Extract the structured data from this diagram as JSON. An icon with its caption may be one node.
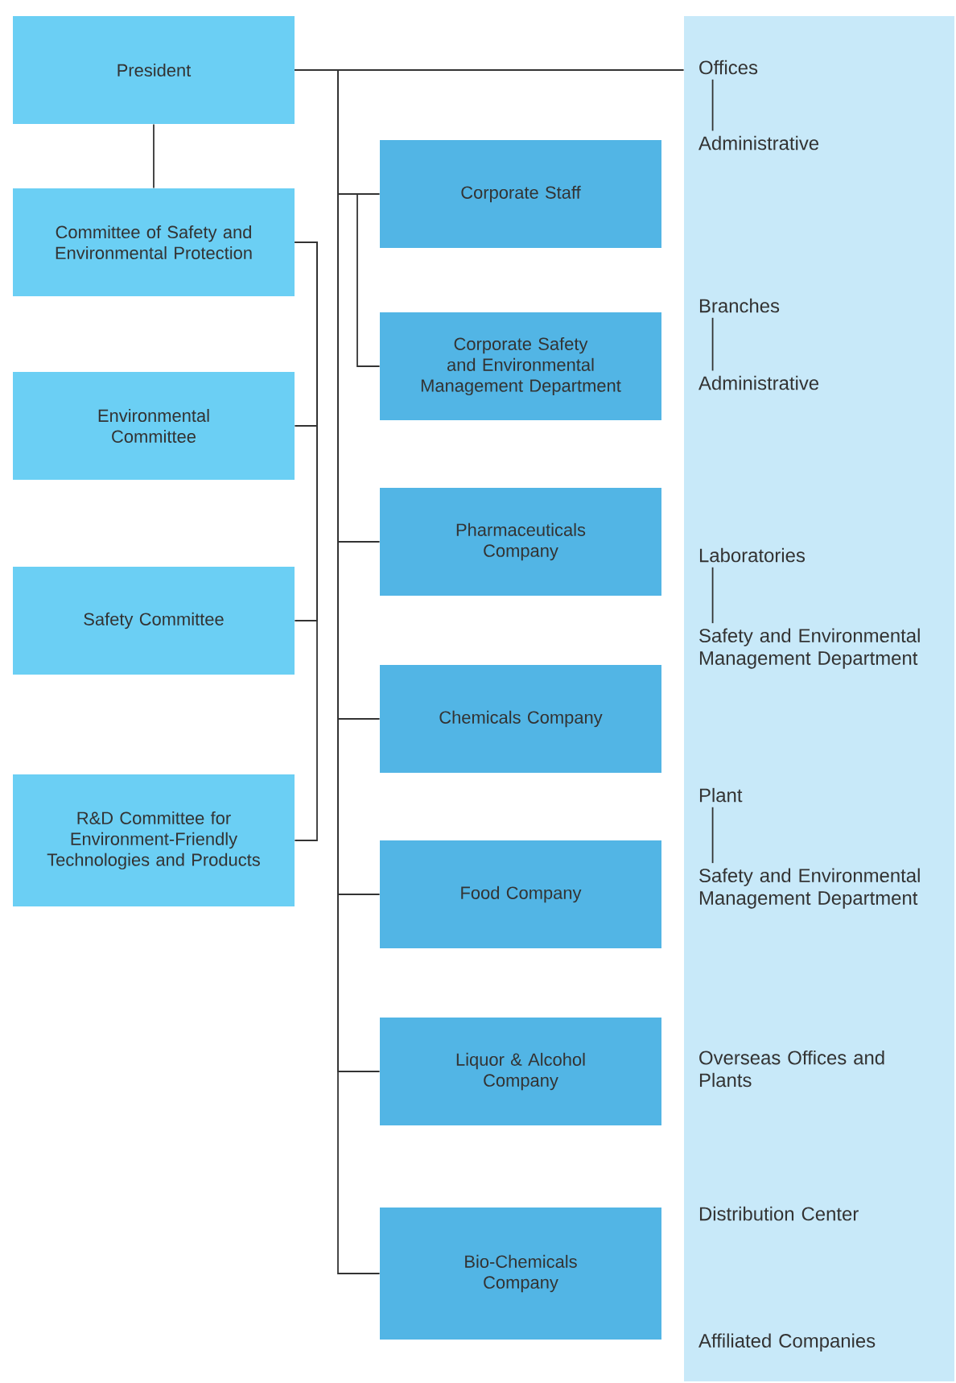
{
  "diagram": {
    "nodes": [
      {
        "text": [
          "President"
        ]
      },
      {
        "text": [
          "Committee of Safety and Environmental Protection"
        ]
      },
      {
        "text": [
          "Environmental Committee"
        ]
      },
      {
        "text": [
          "Safety Committee"
        ]
      },
      {
        "text": [
          "R&D Committee for Environment-Friendly Technologies and Products"
        ]
      },
      {
        "text": [
          "Corporate Staff"
        ]
      },
      {
        "text": [
          "Corporate Safety and Environmental Management Department"
        ]
      },
      {
        "text": [
          "Pharmaceuticals Company"
        ]
      },
      {
        "text": [
          "Chemicals Company"
        ]
      },
      {
        "text": [
          "Food Company"
        ]
      },
      {
        "text": [
          "Liquor & Alcohol Company"
        ]
      },
      {
        "text": [
          "Bio-Chemicals Company"
        ]
      },
      {
        "text": [],
        "shape": "band"
      },
      {
        "text": [
          "Offices"
        ],
        "in": 12
      },
      {
        "text": [
          "Administrative"
        ],
        "in": 12
      },
      {
        "text": [
          "Branches"
        ],
        "in": 12
      },
      {
        "text": [
          "Administrative"
        ],
        "in": 12
      },
      {
        "text": [
          "Laboratories"
        ],
        "in": 12
      },
      {
        "text": [
          "Safety and Environmental Management Department"
        ],
        "in": 12
      },
      {
        "text": [
          "Plant"
        ],
        "in": 12
      },
      {
        "text": [
          "Safety and Environmental Management Department"
        ],
        "in": 12
      },
      {
        "text": [
          "Overseas Offices and Plants"
        ],
        "in": 12
      },
      {
        "text": [
          "Distribution Center"
        ],
        "in": 12
      },
      {
        "text": [
          "Affiliated Companies"
        ],
        "in": 12
      }
    ],
    "edges": [
      {
        "from": 0,
        "to": 1,
        "arrow": "none"
      },
      {
        "from": 0,
        "to": 12,
        "arrow": "none"
      },
      {
        "from": 0,
        "to": 5,
        "arrow": "none"
      },
      {
        "from": 0,
        "to": 6,
        "arrow": "none"
      },
      {
        "from": 0,
        "to": 7,
        "arrow": "none"
      },
      {
        "from": 0,
        "to": 8,
        "arrow": "none"
      },
      {
        "from": 0,
        "to": 9,
        "arrow": "none"
      },
      {
        "from": 0,
        "to": 10,
        "arrow": "none"
      },
      {
        "from": 0,
        "to": 11,
        "arrow": "none"
      },
      {
        "from": 1,
        "to": 2,
        "arrow": "none"
      },
      {
        "from": 1,
        "to": 3,
        "arrow": "none"
      },
      {
        "from": 1,
        "to": 4,
        "arrow": "none"
      },
      {
        "from": 13,
        "to": 14,
        "arrow": "none"
      },
      {
        "from": 15,
        "to": 16,
        "arrow": "none"
      },
      {
        "from": 17,
        "to": 18,
        "arrow": "none"
      },
      {
        "from": 19,
        "to": 20,
        "arrow": "none"
      }
    ]
  }
}
